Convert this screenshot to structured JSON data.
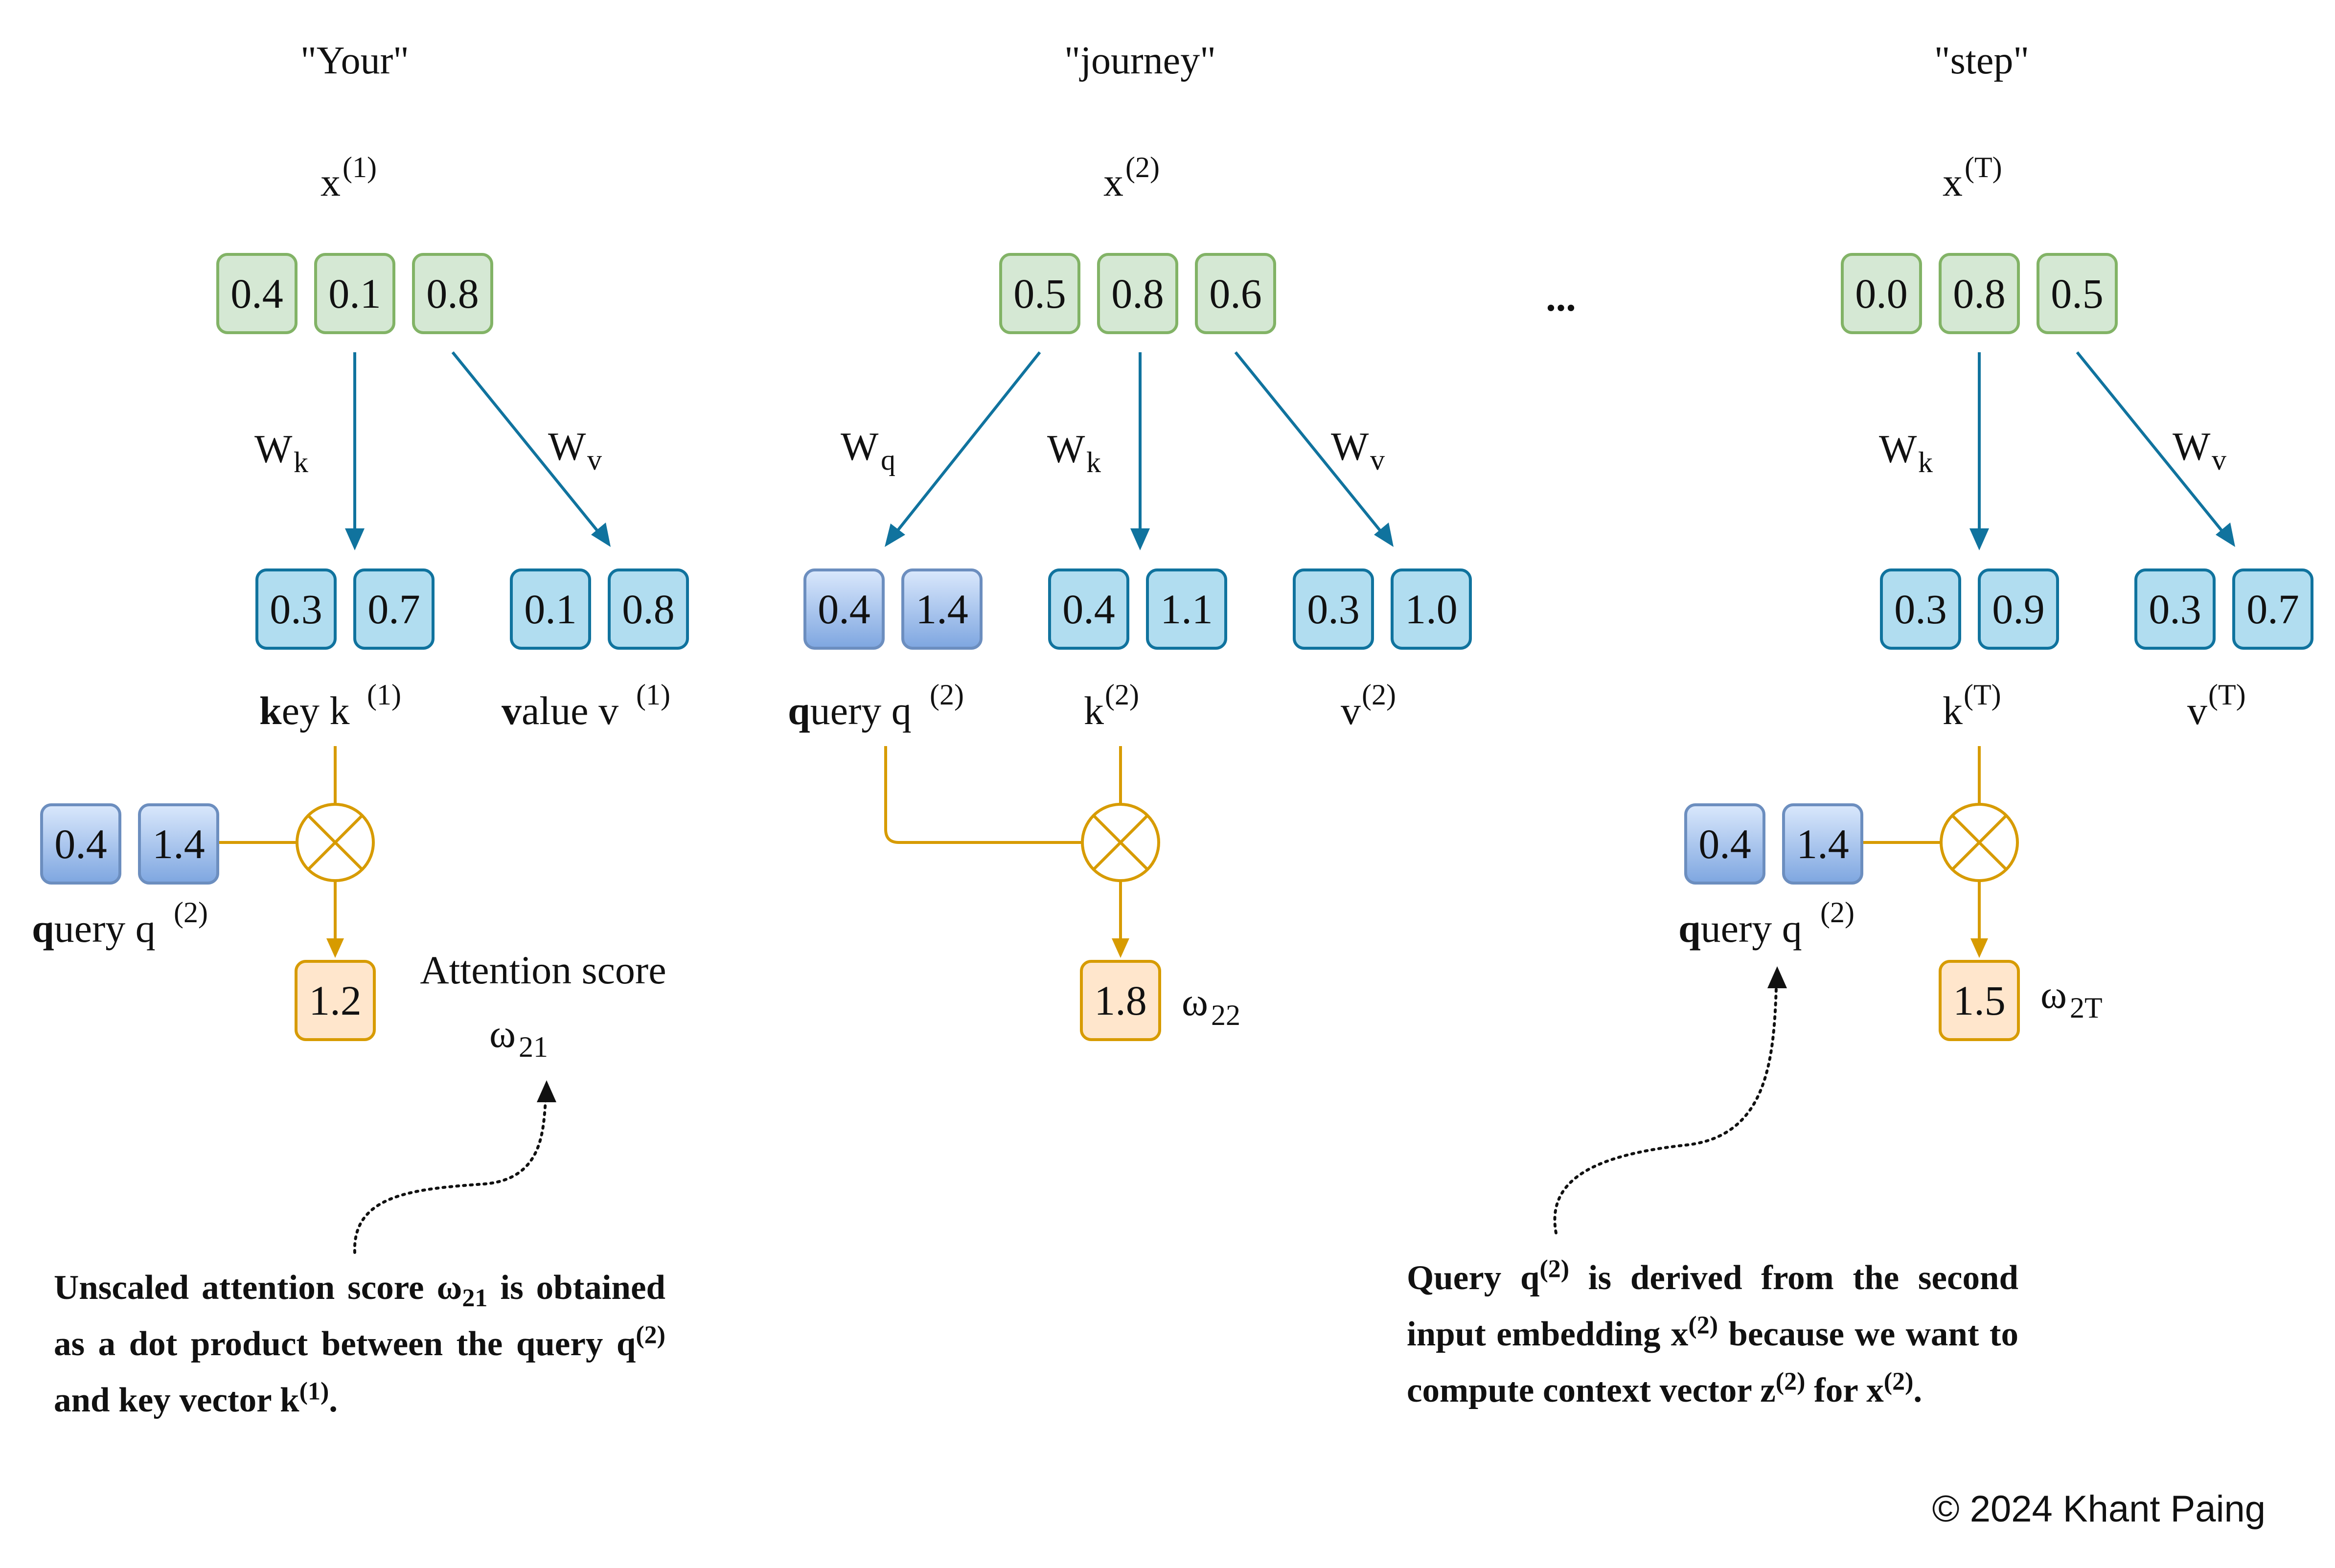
{
  "tokens": [
    {
      "word": "\"Your\"",
      "x_base": "x",
      "x_sup": "(1)",
      "embedding": [
        "0.4",
        "0.1",
        "0.8"
      ]
    },
    {
      "word": "\"journey\"",
      "x_base": "x",
      "x_sup": "(2)",
      "embedding": [
        "0.5",
        "0.8",
        "0.6"
      ]
    },
    {
      "word": "\"step\"",
      "x_base": "x",
      "x_sup": "(T)",
      "embedding": [
        "0.0",
        "0.8",
        "0.5"
      ]
    }
  ],
  "ellipsis": "...",
  "weights": {
    "wq": {
      "base": "W",
      "sub": "q"
    },
    "wk": {
      "base": "W",
      "sub": "k"
    },
    "wv": {
      "base": "W",
      "sub": "v"
    }
  },
  "col1": {
    "key": [
      "0.3",
      "0.7"
    ],
    "value": [
      "0.1",
      "0.8"
    ],
    "key_label": {
      "bold": "k",
      "rest": "ey k",
      "sup": "(1)"
    },
    "value_label": {
      "bold": "v",
      "rest": "alue v",
      "sup": "(1)"
    },
    "query": [
      "0.4",
      "1.4"
    ],
    "query_label": {
      "bold": "q",
      "rest": "uery q",
      "sup": "(2)"
    },
    "score": "1.2",
    "score_title": "Attention score",
    "score_symbol": {
      "base": "ω",
      "sub": "21"
    }
  },
  "col2": {
    "query": [
      "0.4",
      "1.4"
    ],
    "key": [
      "0.4",
      "1.1"
    ],
    "value": [
      "0.3",
      "1.0"
    ],
    "query_label": {
      "bold": "q",
      "rest": "uery q",
      "sup": "(2)"
    },
    "key_label": {
      "base": "k",
      "sup": "(2)"
    },
    "value_label": {
      "base": "v",
      "sup": "(2)"
    },
    "score": "1.8",
    "score_symbol": {
      "base": "ω",
      "sub": "22"
    }
  },
  "col3": {
    "key": [
      "0.3",
      "0.9"
    ],
    "value": [
      "0.3",
      "0.7"
    ],
    "key_label": {
      "base": "k",
      "sup": "(T)"
    },
    "value_label": {
      "base": "v",
      "sup": "(T)"
    },
    "query": [
      "0.4",
      "1.4"
    ],
    "query_label": {
      "bold": "q",
      "rest": "uery q",
      "sup": "(2)"
    },
    "score": "1.5",
    "score_symbol": {
      "base": "ω",
      "sub": "2T"
    }
  },
  "annotations": {
    "left": {
      "p1": "Unscaled attention score ",
      "omega": "ω",
      "omega_sub": "21",
      "p2": " is obtained as a dot product between the query ",
      "q": "q",
      "q_sup": "(2)",
      "p3": " and key vector ",
      "k": "k",
      "k_sup": "(1)",
      "p4": "."
    },
    "right": {
      "p1": "Query ",
      "q": "q",
      "q_sup": "(2)",
      "p2": " is derived from the second input embedding ",
      "x": "x",
      "x_sup": "(2)",
      "p3": " because we want to compute context vector ",
      "z": "z",
      "z_sup": "(2)",
      "p4": " for ",
      "x2": "x",
      "x2_sup": "(2)",
      "p5": "."
    }
  },
  "credit": "© 2024 Khant Paing",
  "colors": {
    "embedding_fill": "#d5e8d4",
    "embedding_stroke": "#82b366",
    "kv_fill": "#b1ddf0",
    "kv_stroke": "#10739e",
    "query_fill_top": "#dae8fc",
    "query_fill_bottom": "#7ea6e0",
    "query_stroke": "#6c8ebf",
    "score_fill": "#ffe6cc",
    "score_stroke": "#d79b00",
    "arrow": "#10739e",
    "dot": "#d79b00"
  }
}
